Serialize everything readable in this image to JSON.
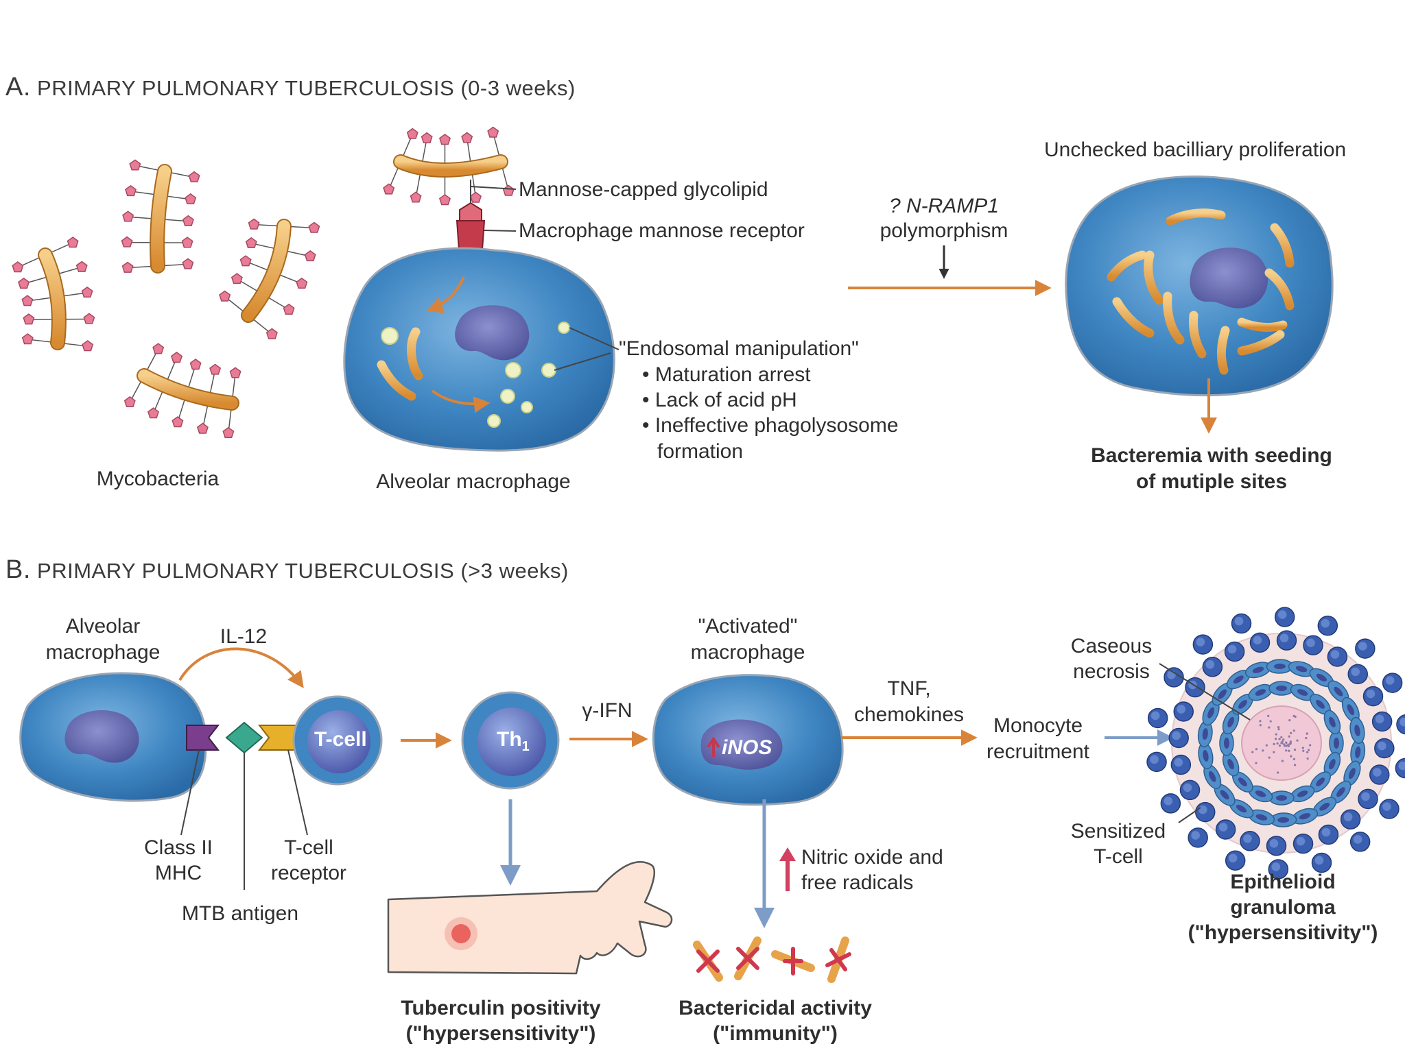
{
  "section_a": {
    "letter": "A.",
    "title": "PRIMARY PULMONARY TUBERCULOSIS (0-3 weeks)",
    "mycobacteria_label": "Mycobacteria",
    "glycolipid_label": "Mannose-capped glycolipid",
    "receptor_label": "Macrophage mannose receptor",
    "macrophage_label": "Alveolar macrophage",
    "endosomal_title": "\"Endosomal manipulation\"",
    "endosomal_items": [
      "• Maturation arrest",
      "• Lack of acid pH",
      "• Ineffective phagolysosome",
      "formation"
    ],
    "nramp_line1": "? N-RAMP1",
    "nramp_line2": "polymorphism",
    "proliferation_label": "Unchecked bacilliary proliferation",
    "bacteremia_line1": "Bacteremia with seeding",
    "bacteremia_line2": "of mutiple sites"
  },
  "section_b": {
    "letter": "B.",
    "title": "PRIMARY PULMONARY TUBERCULOSIS (>3 weeks)",
    "alveolar_line1": "Alveolar",
    "alveolar_line2": "macrophage",
    "il12": "IL-12",
    "tcell": "T-cell",
    "th1_main": "Th",
    "th1_sub": "1",
    "ifn": "γ-IFN",
    "activated_line1": "\"Activated\"",
    "activated_line2": "macrophage",
    "inos": "iNOS",
    "tnf_line1": "TNF,",
    "tnf_line2": "chemokines",
    "monocyte_line1": "Monocyte",
    "monocyte_line2": "recruitment",
    "caseous_line1": "Caseous",
    "caseous_line2": "necrosis",
    "sensitized_line1": "Sensitized",
    "sensitized_line2": "T-cell",
    "granuloma_line1": "Epithelioid",
    "granuloma_line2": "granuloma",
    "granuloma_line3": "(\"hypersensitivity\")",
    "mhc_line1": "Class II",
    "mhc_line2": "MHC",
    "tcr_line1": "T-cell",
    "tcr_line2": "receptor",
    "mtb_antigen": "MTB antigen",
    "nitric_line1": "Nitric oxide and",
    "nitric_line2": "free radicals",
    "tuberculin_line1": "Tuberculin positivity",
    "tuberculin_line2": "(\"hypersensitivity\")",
    "bactericidal_line1": "Bactericidal activity",
    "bactericidal_line2": "(\"immunity\")"
  },
  "colors": {
    "cell_fill": "#3f86c2",
    "nucleus": "#5a5fa6",
    "bacillus": "#e6a34a",
    "arrow_orange": "#d9833a",
    "arrow_blue": "#7e9cc8",
    "knob": "#e87b95",
    "receptor": "#c43b4c"
  }
}
